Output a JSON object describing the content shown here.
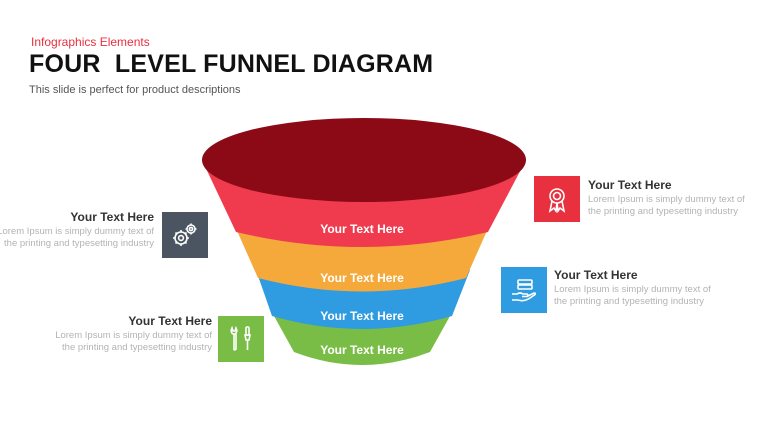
{
  "header": {
    "kicker": "Infographics  Elements",
    "title": "FOUR  LEVEL FUNNEL DIAGRAM",
    "subtitle": "This slide is perfect for product descriptions"
  },
  "funnel": {
    "levels": [
      {
        "label": "Your Text Here",
        "color": "#ef3b4d"
      },
      {
        "label": "Your Text Here",
        "color": "#f6a93b"
      },
      {
        "label": "Your Text Here",
        "color": "#2f9be0"
      },
      {
        "label": "Your Text Here",
        "color": "#79bd46"
      }
    ],
    "top_color": "#8b0a16"
  },
  "notes": [
    {
      "id": "top-right",
      "title": "Your Text Here",
      "body": "Lorem Ipsum is simply dummy text of the printing and typesetting industry",
      "icon": "award-ribbon-icon",
      "color": "#e8303f"
    },
    {
      "id": "top-left",
      "title": "Your Text Here",
      "body": "Lorem Ipsum  is simply dummy text of the printing and typesetting  industry",
      "icon": "gears-icon",
      "color": "#4a5561"
    },
    {
      "id": "bottom-right",
      "title": "Your Text Here",
      "body": "Lorem Ipsum is simply dummy text of the printing and typesetting industry",
      "icon": "hand-money-icon",
      "color": "#2f9be0"
    },
    {
      "id": "bottom-left",
      "title": "Your Text Here",
      "body": "Lorem Ipsum is simply dummy text of the printing and typesetting industry",
      "icon": "tools-icon",
      "color": "#79bd46"
    }
  ]
}
